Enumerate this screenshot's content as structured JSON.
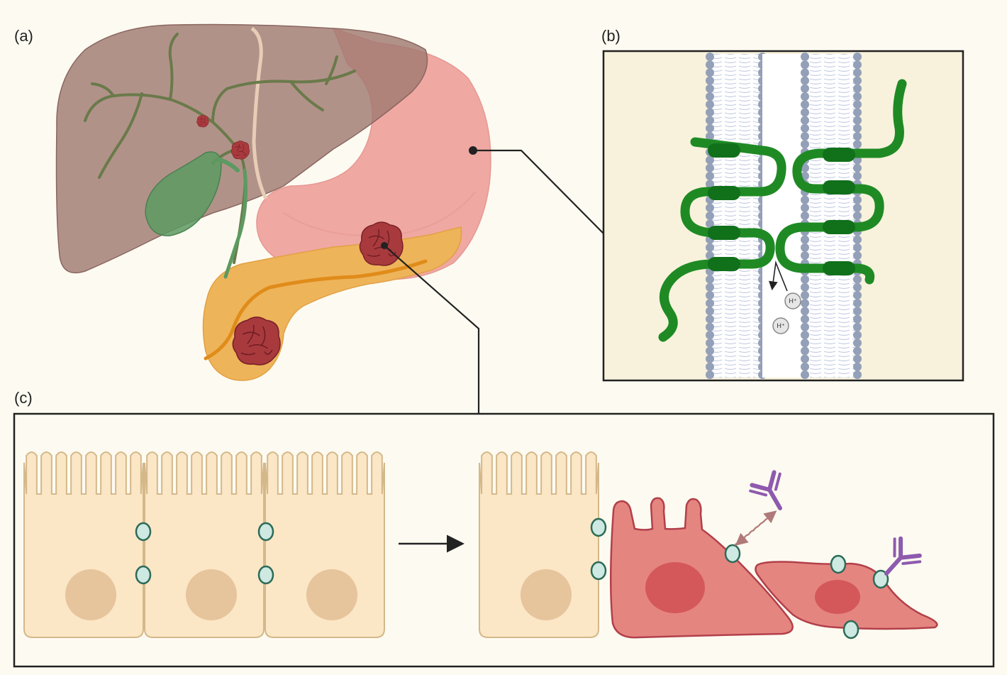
{
  "panels": {
    "a": {
      "label": "(a)"
    },
    "b": {
      "label": "(b)"
    },
    "c": {
      "label": "(c)"
    }
  },
  "ions": [
    {
      "label": "H⁺"
    },
    {
      "label": "H⁺"
    }
  ],
  "colors": {
    "background": "#fdfbf1",
    "liver": "#a07a72",
    "stomach": "#f0a8a2",
    "pancreas": "#eeb45a",
    "tumor": "#a83a3e",
    "gallbladder": "#5c9a62",
    "bile_duct": "#6a7a4a",
    "membrane_head": "#94a0b8",
    "membrane_tail": "#c4cce2",
    "protein": "#1f8a24",
    "normal_cell": "#fbe6c6",
    "cell_outline": "#d4b88a",
    "nucleus": "#e6c49c",
    "cancer_cell": "#e58580",
    "cancer_outline": "#b2404a",
    "cancer_nucleus": "#d4585a",
    "junction": "#cde9e1",
    "junction_outline": "#2d6b58",
    "antibody": "#8e5aae",
    "panel_b_bg": "#f8f2dc",
    "panel_c_bg": "#fdfbf1"
  }
}
